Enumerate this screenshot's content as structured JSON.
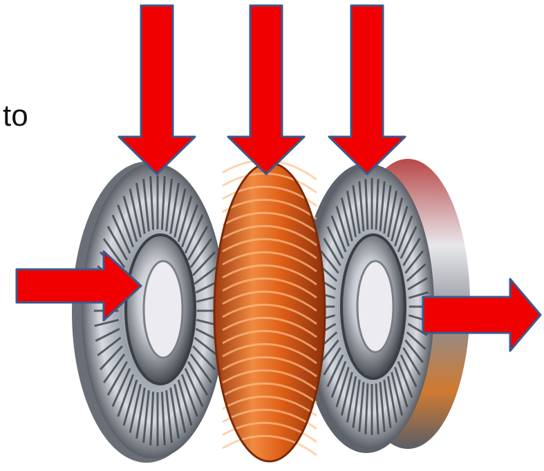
{
  "caption": {
    "text": "to"
  },
  "image": {
    "subject_icon": "torque-converter-exploded-icon",
    "colors": {
      "arrow_fill": "#f00000",
      "arrow_stroke": "#3a5a8c",
      "turbine_orange": "#e0601c",
      "metal_light": "#d8dce2",
      "metal_dark": "#4a4e56"
    },
    "arrows": [
      {
        "name": "top-arrow-left",
        "icon": "arrow-down-icon"
      },
      {
        "name": "top-arrow-center",
        "icon": "arrow-down-icon"
      },
      {
        "name": "top-arrow-right",
        "icon": "arrow-down-icon"
      },
      {
        "name": "input-arrow",
        "icon": "arrow-right-icon"
      },
      {
        "name": "output-arrow",
        "icon": "arrow-right-icon"
      }
    ]
  }
}
